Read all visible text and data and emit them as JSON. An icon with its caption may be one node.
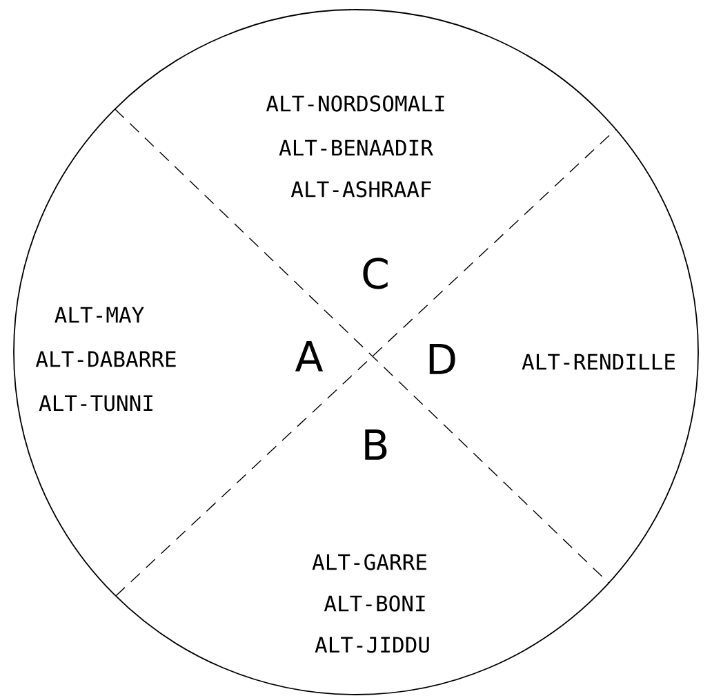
{
  "diagram": {
    "nodes": [
      {
        "text": [],
        "shape": "circle"
      },
      {
        "text": [
          "ALT-NORDSOMALI",
          "ALT-BENAADIR",
          "ALT-ASHRAAF",
          "C"
        ],
        "in": 0
      },
      {
        "text": [
          "ALT-MAY",
          "ALT-DABARRE",
          "ALT-TUNNI",
          "A"
        ],
        "in": 0
      },
      {
        "text": [
          "D",
          "ALT-RENDILLE"
        ],
        "in": 0
      },
      {
        "text": [
          "B",
          "ALT-GARRE",
          "ALT-BONI",
          "ALT-JIDDU"
        ],
        "in": 0
      }
    ]
  }
}
